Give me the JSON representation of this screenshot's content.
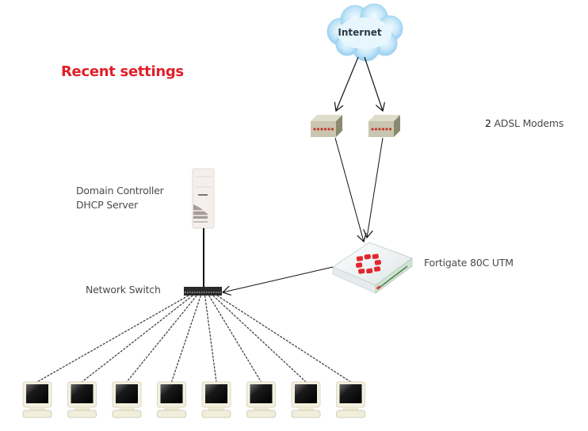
{
  "title": "Recent settings",
  "colors": {
    "title": "#e0202a",
    "label": "#4a4a4a",
    "cloud": "#a8d8f2",
    "fortinet_red": "#e3262e",
    "modem_body": "#c9c5b0",
    "modem_led": "#c0392b",
    "screen": "#111111",
    "monitor_frame": "#f3f0de"
  },
  "nodes": {
    "internet": {
      "label": "Internet",
      "icon": "cloud-icon"
    },
    "modems": {
      "label_count": "2",
      "label_text": "ADSL Modems",
      "count": 2,
      "icon": "modem-icon"
    },
    "firewall": {
      "label": "Fortigate 80C UTM",
      "icon": "firewall-icon"
    },
    "server": {
      "label_line1": "Domain Controller",
      "label_line2": "DHCP Server",
      "icon": "server-tower-icon"
    },
    "switch": {
      "label": "Network Switch",
      "icon": "network-switch-icon"
    },
    "workstations": {
      "count": 8,
      "icon": "desktop-computer-icon"
    }
  },
  "connections": [
    {
      "from": "internet",
      "to": "modem-1",
      "style": "arrow"
    },
    {
      "from": "internet",
      "to": "modem-2",
      "style": "arrow"
    },
    {
      "from": "modem-1",
      "to": "firewall",
      "style": "arrow"
    },
    {
      "from": "modem-2",
      "to": "firewall",
      "style": "arrow"
    },
    {
      "from": "firewall",
      "to": "switch",
      "style": "arrow"
    },
    {
      "from": "server",
      "to": "switch",
      "style": "solid"
    },
    {
      "from": "switch",
      "to": "workstations",
      "style": "dashed"
    }
  ]
}
